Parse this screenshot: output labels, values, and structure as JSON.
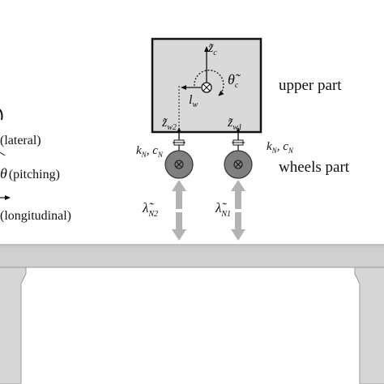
{
  "labels": {
    "upper_part": "upper part",
    "wheels_part": "wheels part",
    "lateral": "(lateral)",
    "pitching_symbol": "θ",
    "pitching": "(pitching)",
    "longitudinal": "(longitudinal)",
    "z_c": "z̃",
    "z_c_sub": "c",
    "theta_c": "θ̃",
    "theta_c_sub": "c",
    "l_w": "l",
    "l_w_sub": "w",
    "z_w2": "z̃",
    "z_w2_sub": "w2",
    "z_w1": "z̃",
    "z_w1_sub": "w1",
    "spring_left_k": "k",
    "spring_left_k_sub": "N",
    "spring_left_c": ", c",
    "spring_left_c_sub": "N",
    "spring_right_k": "k",
    "spring_right_k_sub": "N",
    "spring_right_c": ", c",
    "spring_right_c_sub": "N",
    "lambda_2": "λ̃",
    "lambda_2_sub": "N2",
    "lambda_1": "λ̃",
    "lambda_1_sub": "N1"
  },
  "colors": {
    "body_fill": "#d9d9d9",
    "wheel_fill": "#7f7f7f",
    "arrow_fill": "#b3b3b3",
    "deck_fill": "#d0d0d0",
    "pier_fill": "#d6d6d6"
  }
}
